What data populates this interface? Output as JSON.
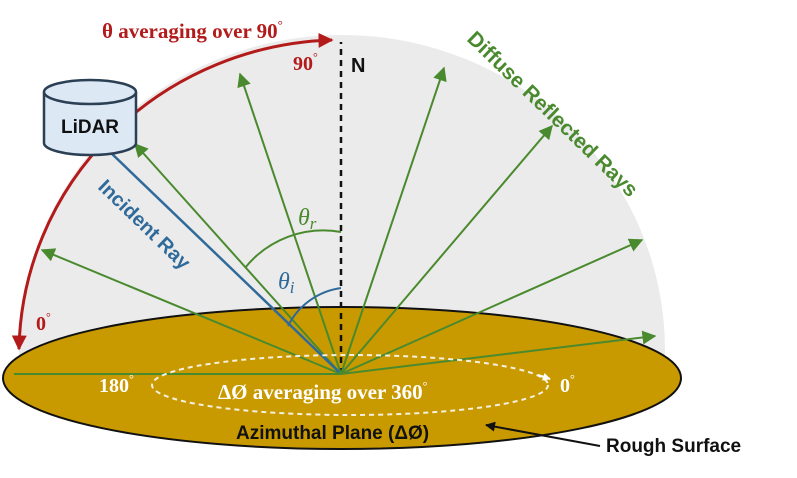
{
  "title": {
    "prefix": "θ averaging over 90",
    "degree": "°"
  },
  "labels": {
    "angle_90": "90",
    "angle_0": "0",
    "normal": "N",
    "lidar": "LiDAR",
    "incident_ray": "Incident Ray",
    "diffuse_rays": "Diffuse Reflected Rays",
    "theta_r": "θ",
    "theta_r_sub": "r",
    "theta_i": "θ",
    "theta_i_sub": "i",
    "az_180": "180",
    "az_0": "0",
    "az_averaging": "ΔØ averaging over 360",
    "azimuthal_plane": "Azimuthal Plane (ΔØ)",
    "rough_surface": "Rough Surface",
    "degree": "°"
  },
  "colors": {
    "arc_red": "#b31b1b",
    "ray_green": "#4a8a2e",
    "incident_blue": "#2f6a9a",
    "dome_fill": "#ebebeb",
    "surface_fill": "#c99a00",
    "surface_stroke": "#111111",
    "lidar_fill": "#dde8f5",
    "lidar_stroke": "#2b3f55"
  },
  "icons": {
    "lidar": "cylinder-icon",
    "arrow": "arrow-icon"
  }
}
